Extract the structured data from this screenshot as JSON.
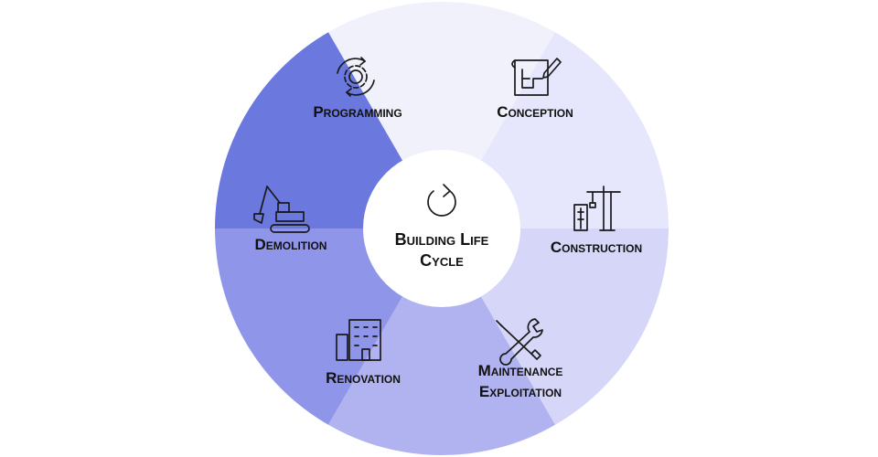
{
  "center": {
    "title_line1": "Building Life",
    "title_line2": "Cycle",
    "icon": "cycle-arrow-icon"
  },
  "segments": [
    {
      "id": "programming",
      "label_lines": [
        "Programming"
      ],
      "color": "#f1f1fc",
      "icon": "gear-cycle-icon"
    },
    {
      "id": "conception",
      "label_lines": [
        "Conception"
      ],
      "color": "#e6e6fc",
      "icon": "blueprint-pencil-icon"
    },
    {
      "id": "construction",
      "label_lines": [
        "Construction"
      ],
      "color": "#d5d6f8",
      "icon": "crane-building-icon"
    },
    {
      "id": "maintenance",
      "label_lines": [
        "Maintenance",
        "Exploitation"
      ],
      "color": "#b1b3f1",
      "icon": "wrench-screwdriver-icon"
    },
    {
      "id": "renovation",
      "label_lines": [
        "Renovation"
      ],
      "color": "#8f96ea",
      "icon": "office-building-icon"
    },
    {
      "id": "demolition",
      "label_lines": [
        "Demolition"
      ],
      "color": "#6b79df",
      "icon": "excavator-icon"
    }
  ]
}
